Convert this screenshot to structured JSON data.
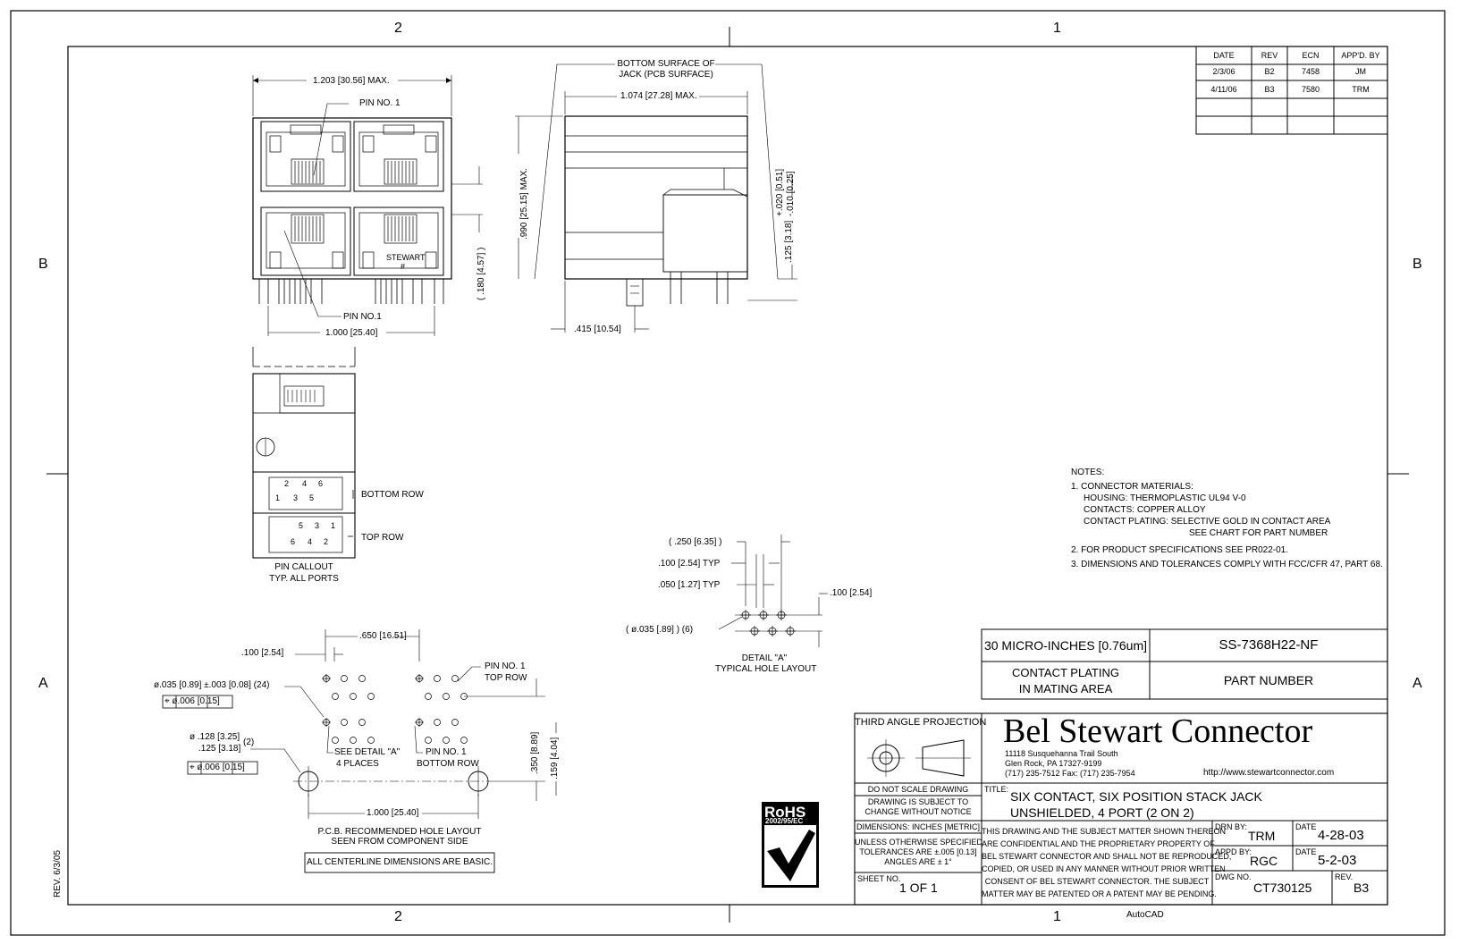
{
  "zones": {
    "top_left": "2",
    "top_right": "1",
    "bottom_left": "2",
    "bottom_right": "1",
    "left_upper": "B",
    "left_lower": "A",
    "right_upper": "B",
    "right_lower": "A"
  },
  "rev_history": {
    "headers": [
      "DATE",
      "REV",
      "ECN",
      "APP'D. BY"
    ],
    "rows": [
      [
        "2/3/06",
        "B2",
        "7458",
        "JM"
      ],
      [
        "4/11/06",
        "B3",
        "7580",
        "TRM"
      ]
    ]
  },
  "front_view": {
    "overall_width": "1.203 [30.56] MAX.",
    "pin1_top": "PIN NO. 1",
    "pin1_bottom": "PIN NO.1",
    "pitch": "1.000 [25.40]",
    "height_offset": "( .180 [4.57] )",
    "stewart_mark": "STEWART",
    "stewart_sub": "#"
  },
  "side_view": {
    "bottom_surface_1": "BOTTOM SURFACE OF",
    "bottom_surface_2": "JACK (PCB SURFACE)",
    "depth": "1.074 [27.28] MAX.",
    "height": ".990 [25.15] MAX.",
    "tol_plus": "+.020 [0.51]",
    "tol_minus": "-.010 [0.25]",
    "standoff": ".125 [3.18]",
    "post_offset": ".415 [10.54]"
  },
  "pin_callout": {
    "bottom_row": "BOTTOM ROW",
    "top_row": "TOP ROW",
    "caption_1": "PIN CALLOUT",
    "caption_2": "TYP. ALL PORTS",
    "bottom_nums_top": [
      "2",
      "4",
      "6"
    ],
    "bottom_nums_bot": [
      "1",
      "3",
      "5"
    ],
    "top_nums_top": [
      "5",
      "3",
      "1"
    ],
    "top_nums_bot": [
      "6",
      "4",
      "2"
    ]
  },
  "detail_a": {
    "dim_250": "( .250 [6.35] )",
    "dim_100": ".100 [2.54] TYP",
    "dim_050": ".050 [1.27] TYP",
    "dim_100_right": ".100 [2.54]",
    "hole": "( ø.035 [.89] ) (6)",
    "caption_1": "DETAIL \"A\"",
    "caption_2": "TYPICAL HOLE LAYOUT"
  },
  "pcb_layout": {
    "dim_650": ".650 [16.51]",
    "dim_100": ".100 [2.54]",
    "hole_spec": "ø.035 [0.89] ±.003 [0.08] (24)",
    "hole_tol": "⌖ ø.006 [0.15]",
    "post_dia_1": "ø .128 [3.25]",
    "post_dia_2": ".125 [3.18]",
    "post_count": "(2)",
    "post_tol": "⌖ ø.006 [0.15]",
    "see_detail": "SEE DETAIL \"A\"",
    "four_places": "4 PLACES",
    "pin1_top": "PIN NO. 1",
    "top_row": "TOP ROW",
    "pin1_bottom": "PIN NO. 1",
    "bottom_row": "BOTTOM ROW",
    "dim_350": ".350 [8.89]",
    "dim_159": ".159 [4.04]",
    "dim_1000": "1.000 [25.40]",
    "caption_1": "P.C.B. RECOMMENDED HOLE LAYOUT",
    "caption_2": "SEEN FROM COMPONENT SIDE",
    "basic_note": "ALL CENTERLINE DIMENSIONS ARE BASIC."
  },
  "notes": {
    "title": "NOTES:",
    "lines": [
      "1. CONNECTOR MATERIALS:",
      "HOUSING: THERMOPLASTIC UL94 V-0",
      "CONTACTS: COPPER ALLOY",
      "CONTACT PLATING: SELECTIVE GOLD IN CONTACT AREA",
      "SEE CHART FOR PART NUMBER",
      "2. FOR PRODUCT SPECIFICATIONS SEE PR022-01.",
      "3. DIMENSIONS AND TOLERANCES COMPLY WITH FCC/CFR 47, PART 68."
    ]
  },
  "plating_table": {
    "plating_value": "30 MICRO-INCHES [0.76um]",
    "part_number": "SS-7368H22-NF",
    "plating_label_1": "CONTACT PLATING",
    "plating_label_2": "IN MATING AREA",
    "part_label": "PART NUMBER"
  },
  "title_block": {
    "projection": "THIRD ANGLE PROJECTION",
    "company": "Bel Stewart Connector",
    "address_1": "11118 Susquehanna Trail South",
    "address_2": "Glen Rock, PA 17327-9199",
    "address_3": "(717) 235-7512  Fax: (717) 235-7954",
    "url": "http://www.stewartconnector.com",
    "do_not_scale": "DO NOT SCALE DRAWING",
    "subject_change_1": "DRAWING IS SUBJECT TO",
    "subject_change_2": "CHANGE WITHOUT NOTICE",
    "dimensions": "DIMENSIONS: INCHES [METRIC]",
    "tolerance_1": "UNLESS OTHERWISE SPECIFIED",
    "tolerance_2": "TOLERANCES ARE ±.005 [0.13]",
    "tolerance_3": "ANGLES ARE ± 1°",
    "sheet_label": "SHEET NO.",
    "sheet_value": "1 OF 1",
    "title_label": "TITLE:",
    "title_1": "SIX CONTACT, SIX POSITION STACK JACK",
    "title_2": "UNSHIELDED, 4 PORT (2 ON 2)",
    "confidential": [
      "THIS DRAWING AND THE SUBJECT MATTER SHOWN THEREON",
      "ARE CONFIDENTIAL AND THE PROPRIETARY PROPERTY OF",
      "BEL STEWART CONNECTOR AND SHALL NOT BE REPRODUCED,",
      "COPIED, OR USED IN ANY MANNER WITHOUT PRIOR WRITTEN",
      "CONSENT OF BEL STEWART CONNECTOR.  THE SUBJECT",
      "MATTER MAY BE PATENTED OR A PATENT MAY BE PENDING."
    ],
    "drn_label": "DRN BY:",
    "drn_value": "TRM",
    "date_label": "DATE",
    "date_1": "4-28-03",
    "appd_label": "APPD BY:",
    "appd_value": "RGC",
    "date_2": "5-2-03",
    "dwg_label": "DWG NO.",
    "dwg_value": "CT730125",
    "rev_label": "REV.",
    "rev_value": "B3"
  },
  "rohs": {
    "label": "RoHS",
    "directive": "2002/95/EC"
  },
  "form_rev": "REV. 6/3/05",
  "autocad": "AutoCAD"
}
